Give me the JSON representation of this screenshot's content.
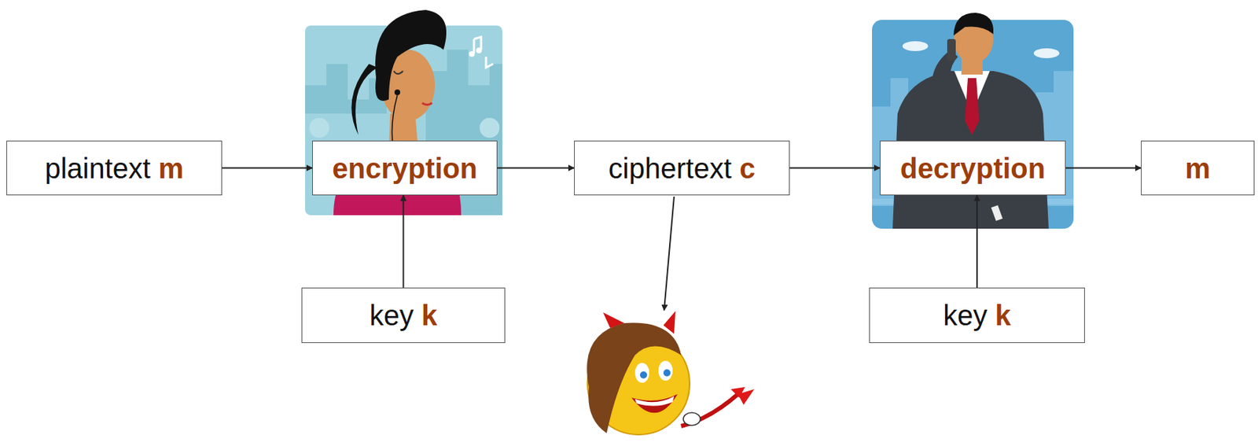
{
  "diagram": {
    "nodes": [
      {
        "text": [
          "plaintext m"
        ]
      },
      {
        "text": [
          "encryption"
        ]
      },
      {
        "text": [
          "ciphertext c"
        ]
      },
      {
        "text": [
          "decryption"
        ]
      },
      {
        "text": [
          "m"
        ]
      },
      {
        "text": [
          "key k"
        ]
      },
      {
        "text": [
          "key k"
        ]
      }
    ],
    "edges": [
      {
        "from": 0,
        "to": 1,
        "arrow": "to"
      },
      {
        "from": 1,
        "to": 2,
        "arrow": "to"
      },
      {
        "from": 2,
        "to": 3,
        "arrow": "to"
      },
      {
        "from": 3,
        "to": 4,
        "arrow": "to"
      },
      {
        "from": 5,
        "to": 1,
        "arrow": "to"
      },
      {
        "from": 6,
        "to": 3,
        "arrow": "to"
      }
    ]
  }
}
